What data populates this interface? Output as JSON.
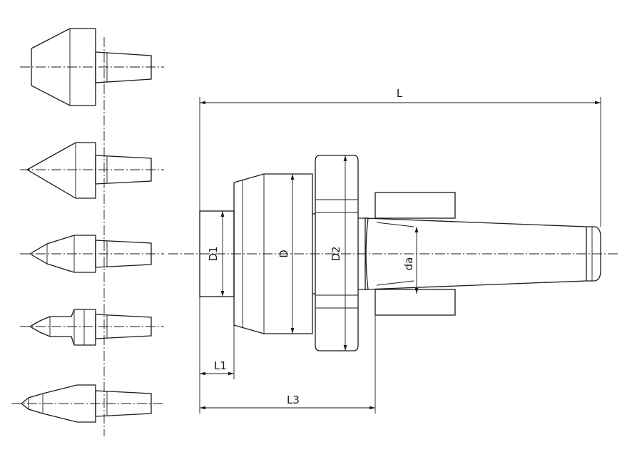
{
  "labels": {
    "L": "L",
    "D1": "D1",
    "D": "D",
    "D2": "D2",
    "da": "da",
    "L1": "L1",
    "L3": "L3"
  }
}
